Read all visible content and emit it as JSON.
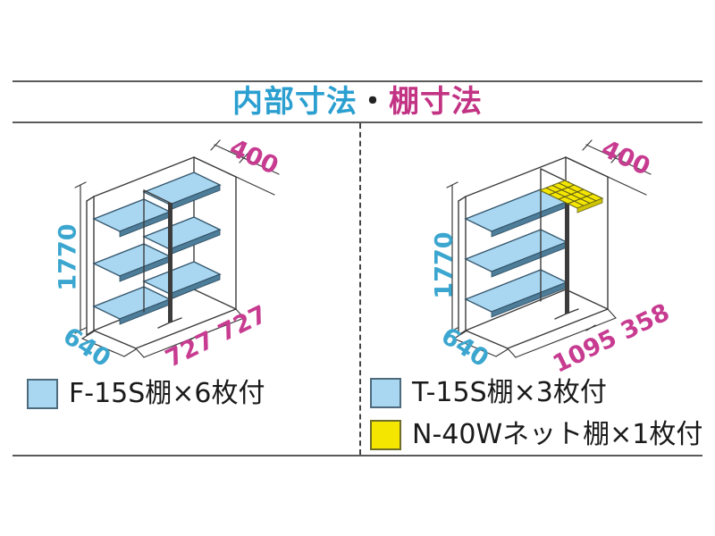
{
  "title": {
    "part1": "内部寸法",
    "separator": "・",
    "part2": "棚寸法"
  },
  "colors": {
    "page_bg": "#ffffff",
    "rule": "#5a5a5a",
    "line": "#3c3c3c",
    "title_cyan": "#2b9fd0",
    "title_pink": "#c23384",
    "dim_cyan": "#3ba6cf",
    "dim_pink": "#c73b90",
    "shelf_blue": "#a9d6f0",
    "net_yellow": "#f5e600"
  },
  "left_diagram": {
    "dims": {
      "shelf_depth": "400",
      "height": "1770",
      "depth": "640",
      "width_split": "727 727"
    },
    "legend": [
      {
        "swatch": "#a9d6f0",
        "label": "F-15S棚×6枚付"
      }
    ]
  },
  "right_diagram": {
    "dims": {
      "shelf_depth": "400",
      "height": "1770",
      "depth": "640",
      "width_split": "1095 358"
    },
    "legend": [
      {
        "swatch": "#a9d6f0",
        "label": "T-15S棚×3枚付"
      },
      {
        "swatch": "#f5e600",
        "label": "N-40Wネット棚×1枚付"
      }
    ]
  }
}
